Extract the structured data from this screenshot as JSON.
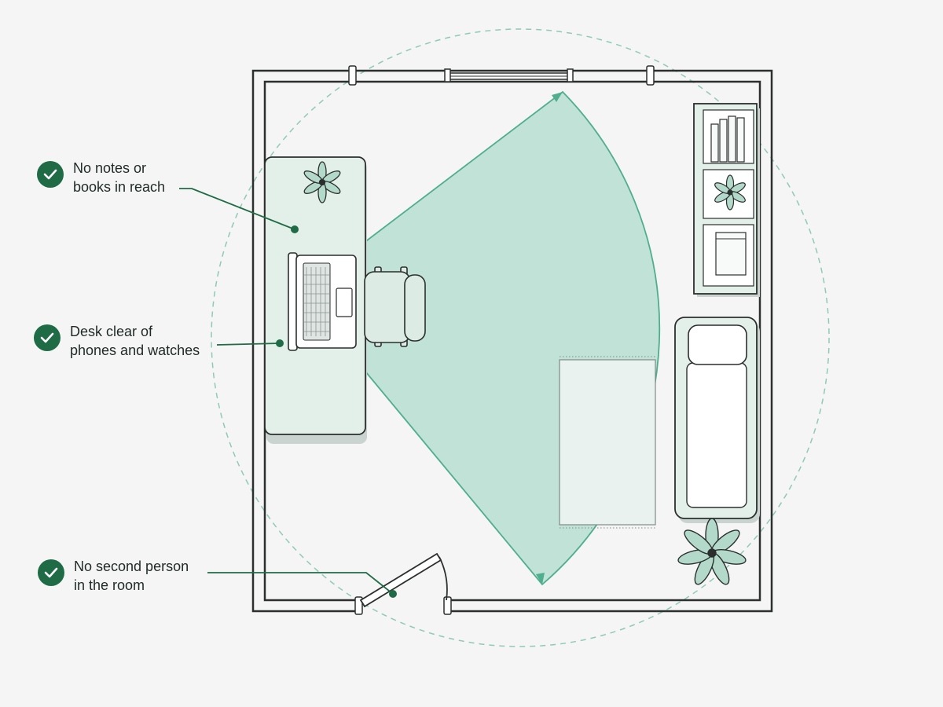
{
  "colors": {
    "accent": "#1f6b46",
    "fov_fill": "#9fd6c3",
    "fov_stroke": "#4fae8e",
    "dashed_circle": "#8fcab8",
    "furniture_fill": "#e3efe9",
    "wall": "#2b2f2e"
  },
  "checklist": [
    {
      "icon": "check-icon",
      "lines": [
        "No notes or",
        "books in reach"
      ]
    },
    {
      "icon": "check-icon",
      "lines": [
        "Desk clear of",
        "phones and watches"
      ]
    },
    {
      "icon": "check-icon",
      "lines": [
        "No second person",
        "in the room"
      ]
    }
  ]
}
